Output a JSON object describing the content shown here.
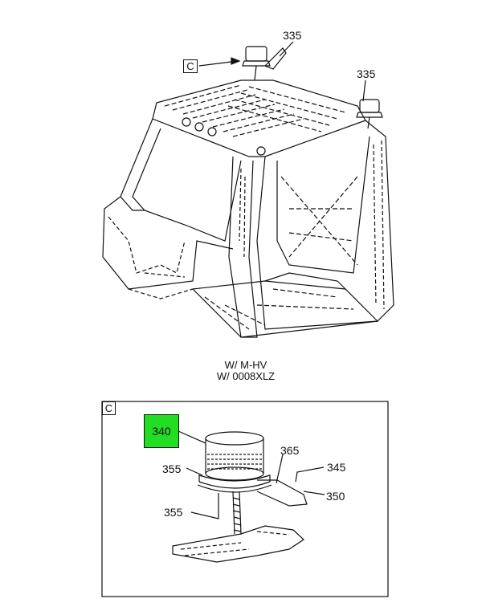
{
  "callouts": {
    "top_left_335": "335",
    "top_right_335": "335",
    "c_ref": "C",
    "detail_c": "C",
    "p340": "340",
    "p355a": "355",
    "p355b": "355",
    "p365": "365",
    "p345": "345",
    "p350": "350"
  },
  "captions": {
    "line1": "W/ M-HV",
    "line2": "W/ 0008XLZ"
  },
  "colors": {
    "highlight": "#22dd22",
    "ink": "#111111"
  }
}
